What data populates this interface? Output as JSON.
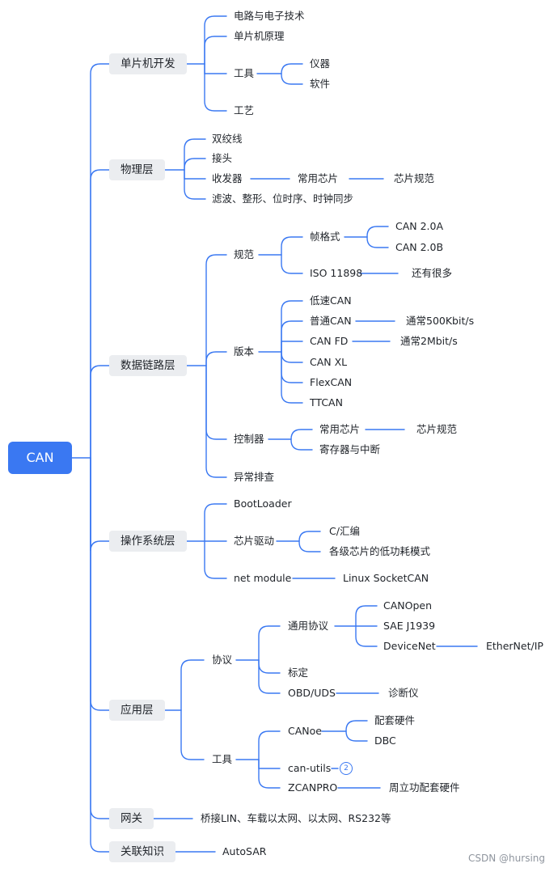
{
  "root": "CAN",
  "branches": {
    "mcu": {
      "label": "单片机开发",
      "circuit": "电路与电子技术",
      "principle": "单片机原理",
      "tools": "工具",
      "instrument": "仪器",
      "software": "软件",
      "craft": "工艺"
    },
    "physical": {
      "label": "物理层",
      "twisted": "双绞线",
      "connector": "接头",
      "transceiver": "收发器",
      "common_chip": "常用芯片",
      "chip_spec": "芯片规范",
      "filter": "滤波、整形、位时序、时钟同步"
    },
    "datalink": {
      "label": "数据链路层",
      "spec": "规范",
      "frame": "帧格式",
      "can20a": "CAN 2.0A",
      "can20b": "CAN 2.0B",
      "iso": "ISO 11898",
      "more": "还有很多",
      "version": "版本",
      "lowspeed": "低速CAN",
      "normal": "普通CAN",
      "normal_rate": "通常500Kbit/s",
      "canfd": "CAN FD",
      "canfd_rate": "通常2Mbit/s",
      "canxl": "CAN XL",
      "flexcan": "FlexCAN",
      "ttcan": "TTCAN",
      "controller": "控制器",
      "ctrl_chip": "常用芯片",
      "ctrl_spec": "芯片规范",
      "register": "寄存器与中断",
      "exception": "异常排查"
    },
    "os": {
      "label": "操作系统层",
      "bootloader": "BootLoader",
      "driver": "芯片驱动",
      "asm": "C/汇编",
      "lowpower": "各级芯片的低功耗模式",
      "netmodule": "net module",
      "socketcan": "Linux SocketCAN"
    },
    "app": {
      "label": "应用层",
      "protocol": "协议",
      "general": "通用协议",
      "canopen": "CANOpen",
      "j1939": "SAE J1939",
      "devicenet": "DeviceNet",
      "ethernetip": "EtherNet/IP",
      "calibration": "标定",
      "obd": "OBD/UDS",
      "diag": "诊断仪",
      "tools": "工具",
      "canoe": "CANoe",
      "hw": "配套硬件",
      "dbc": "DBC",
      "canutils": "can-utils",
      "canutils_badge": "2",
      "zcanpro": "ZCANPRO",
      "zlg": "周立功配套硬件"
    },
    "gateway": {
      "label": "网关",
      "bridge": "桥接LIN、车载以太网、以太网、RS232等"
    },
    "related": {
      "label": "关联知识",
      "autosar": "AutoSAR"
    }
  },
  "watermark": "CSDN @hursing",
  "colors": {
    "line": "#3a78f2",
    "root_bg": "#3a78f2",
    "branch_bg": "#ebedf0",
    "text": "#1f2329"
  }
}
